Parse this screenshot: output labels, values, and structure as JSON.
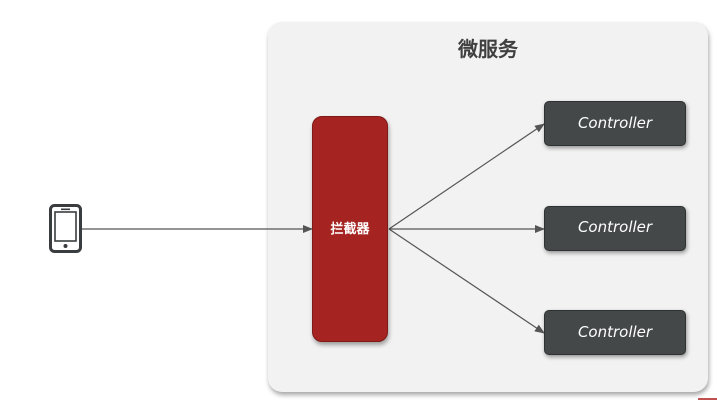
{
  "diagram": {
    "container_title": "微服务",
    "interceptor_label": "拦截器",
    "controllers": [
      {
        "label": "Controller"
      },
      {
        "label": "Controller"
      },
      {
        "label": "Controller"
      }
    ],
    "client_icon": "mobile-phone-icon",
    "colors": {
      "container": "#f2f2f2",
      "interceptor": "#a52320",
      "controller": "#444848",
      "arrow": "#555555"
    }
  }
}
